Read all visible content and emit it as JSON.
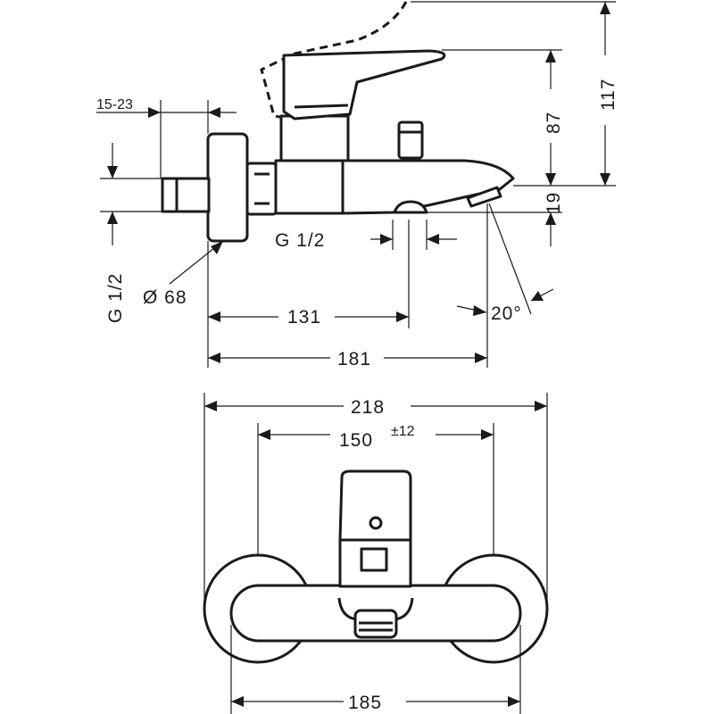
{
  "dimensions": {
    "top_view": {
      "wall_depth": "15-23",
      "inlet_thread_side": "G 1/2",
      "outlet_thread": "G 1/2",
      "escutcheon_diameter": "Ø 68",
      "handle_height": "117",
      "body_height": "87",
      "spout_height": "19",
      "outlet_distance": "131",
      "spout_projection": "181",
      "angle": "20°"
    },
    "front_view": {
      "overall_width": "218",
      "centers": "150",
      "centers_tolerance": "±12",
      "base_width": "185"
    }
  }
}
